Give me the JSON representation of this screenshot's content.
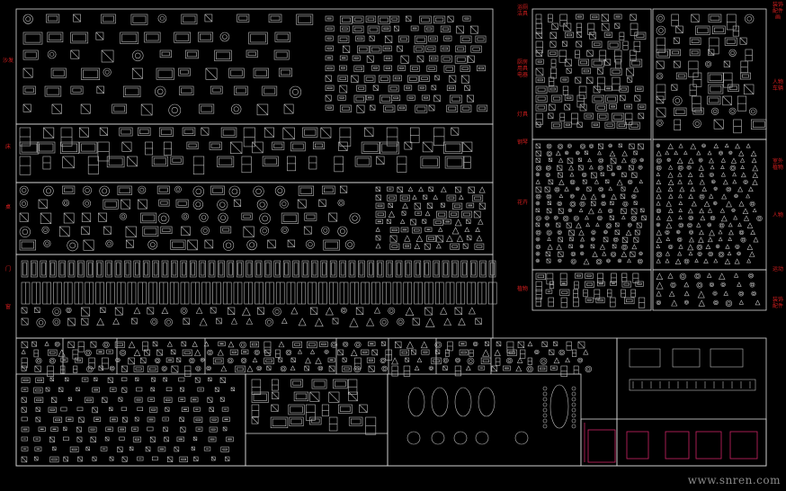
{
  "watermark": "www.snren.com",
  "colors": {
    "background": "#000000",
    "linework": "#bdbdbd",
    "frame": "#d9d9d9",
    "labels": "#d41e1e",
    "highlight": "#cc2266"
  },
  "side_labels_left": [
    "沙发",
    "床",
    "桌",
    "门",
    "窗"
  ],
  "side_labels_mid": [
    "浴厕\n洁具",
    "厨房\n用具\n电器",
    "灯具",
    "钢琴",
    "花卉",
    "植物"
  ],
  "side_labels_right": [
    "装饰\n配件\n画",
    "人物\n车辆",
    "室外\n植物",
    "人物",
    "运动",
    "装饰\n配件"
  ]
}
